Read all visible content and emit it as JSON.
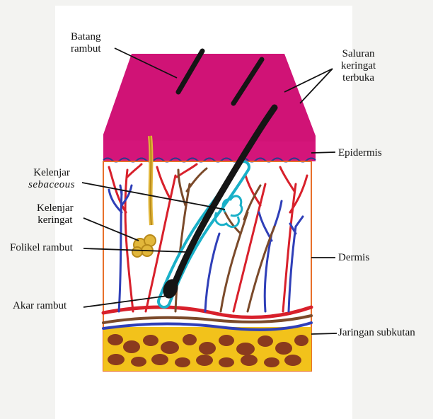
{
  "labels": {
    "batang_rambut": [
      "Batang",
      "rambut"
    ],
    "saluran_keringat": [
      "Saluran",
      "keringat",
      "terbuka"
    ],
    "epidermis": "Epidermis",
    "kelenjar_sebaceous": [
      "Kelenjar",
      "sebaceous"
    ],
    "kelenjar_keringat": [
      "Kelenjar",
      "keringat"
    ],
    "folikel_rambut": "Folikel rambut",
    "dermis": "Dermis",
    "akar_rambut": "Akar rambut",
    "jaringan_subkutan": "Jaringan subkutan"
  },
  "colors": {
    "epidermis": "#d4157a",
    "dermis_outline": "#e8702a",
    "artery": "#d8202b",
    "vein": "#2f3fb8",
    "nerve": "#7b4a2a",
    "follicle_sheath": "#19b0c8",
    "hair": "#151515",
    "sweat_gland": "#e2b73b",
    "fat_layer": "#f2c21b",
    "fat_cells": "#8a3a1e"
  }
}
